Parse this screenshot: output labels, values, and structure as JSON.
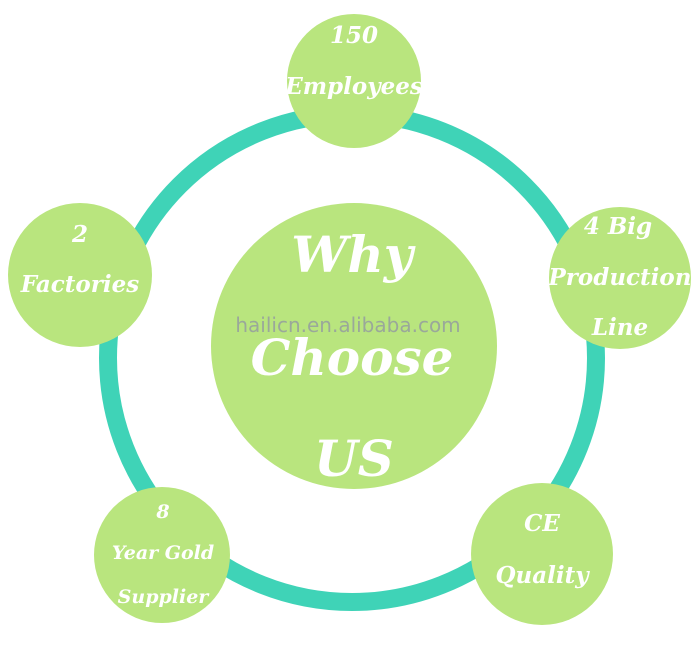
{
  "colors": {
    "ring": "#3fd3b7",
    "node_fill": "#b9e57e",
    "node_text": "#ffffff",
    "watermark": "#9aa89a",
    "background": "#ffffff"
  },
  "center": {
    "lines": [
      "Why",
      "Choose",
      "US"
    ]
  },
  "watermark": "hailicn.en.alibaba.com",
  "nodes": [
    {
      "id": "employees",
      "lines": [
        "150",
        "Employees"
      ]
    },
    {
      "id": "production",
      "lines": [
        "4 Big",
        "Production",
        "Line"
      ]
    },
    {
      "id": "quality",
      "lines": [
        "CE",
        "Quality"
      ]
    },
    {
      "id": "supplier",
      "lines": [
        "8",
        "Year Gold",
        "Supplier"
      ]
    },
    {
      "id": "factories",
      "lines": [
        "2",
        "Factories"
      ]
    }
  ]
}
